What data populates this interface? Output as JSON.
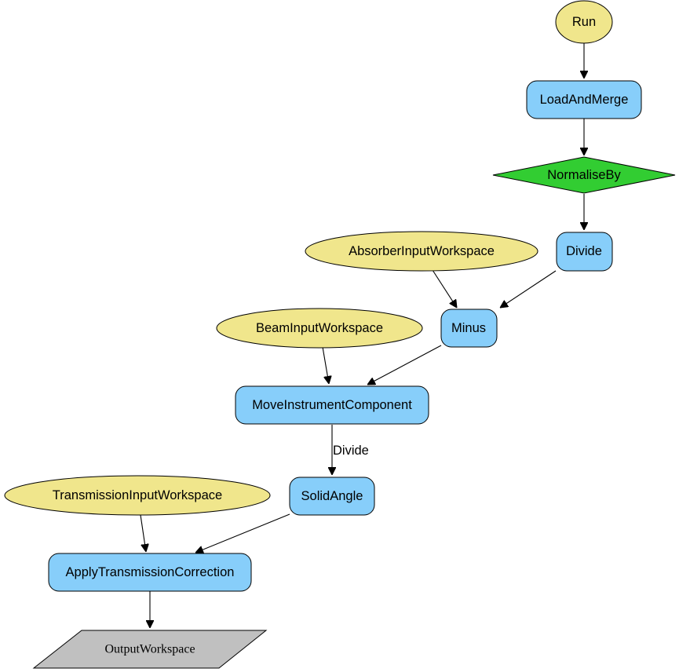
{
  "diagram": {
    "type": "workflow-flowchart",
    "colors": {
      "input": "#f0e68c",
      "algorithm": "#87cefa",
      "decision": "#32cd32",
      "output": "#c0c0c0"
    },
    "nodes": {
      "run": {
        "label": "Run",
        "kind": "input"
      },
      "load_and_merge": {
        "label": "LoadAndMerge",
        "kind": "algorithm"
      },
      "normalise_by": {
        "label": "NormaliseBy",
        "kind": "decision"
      },
      "divide": {
        "label": "Divide",
        "kind": "algorithm"
      },
      "absorber_input_workspace": {
        "label": "AbsorberInputWorkspace",
        "kind": "input"
      },
      "minus": {
        "label": "Minus",
        "kind": "algorithm"
      },
      "beam_input_workspace": {
        "label": "BeamInputWorkspace",
        "kind": "input"
      },
      "move_instrument_component": {
        "label": "MoveInstrumentComponent",
        "kind": "algorithm"
      },
      "solid_angle": {
        "label": "SolidAngle",
        "kind": "algorithm"
      },
      "transmission_input_workspace": {
        "label": "TransmissionInputWorkspace",
        "kind": "input"
      },
      "apply_transmission_correction": {
        "label": "ApplyTransmissionCorrection",
        "kind": "algorithm"
      },
      "output_workspace": {
        "label": "OutputWorkspace",
        "kind": "output"
      }
    },
    "edges": [
      {
        "from": "run",
        "to": "load_and_merge"
      },
      {
        "from": "load_and_merge",
        "to": "normalise_by"
      },
      {
        "from": "normalise_by",
        "to": "divide"
      },
      {
        "from": "absorber_input_workspace",
        "to": "minus"
      },
      {
        "from": "divide",
        "to": "minus"
      },
      {
        "from": "beam_input_workspace",
        "to": "move_instrument_component"
      },
      {
        "from": "minus",
        "to": "move_instrument_component"
      },
      {
        "from": "move_instrument_component",
        "to": "solid_angle",
        "label": "Divide"
      },
      {
        "from": "transmission_input_workspace",
        "to": "apply_transmission_correction"
      },
      {
        "from": "solid_angle",
        "to": "apply_transmission_correction"
      },
      {
        "from": "apply_transmission_correction",
        "to": "output_workspace"
      }
    ]
  }
}
